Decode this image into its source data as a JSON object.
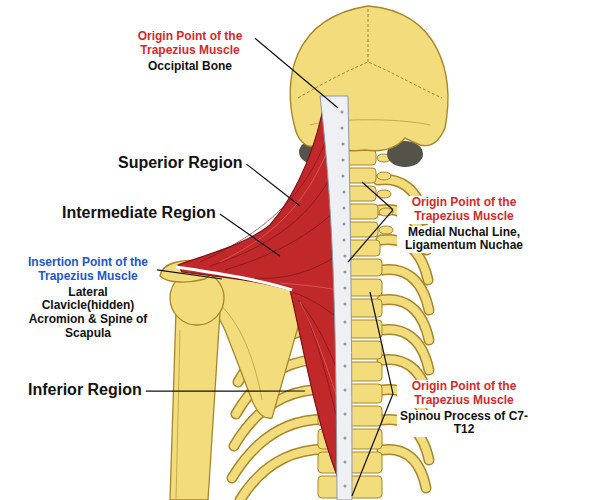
{
  "diagram": {
    "labels": [
      "Origin Point of the Trapezius Muscle",
      "Occipital Bone",
      "Superior Region",
      "Intermediate Region",
      "Insertion Point of the Trapezius Muscle",
      "Lateral Clavicle(hidden) Acromion & Spine of Scapula",
      "Inferior Region",
      "Origin Point of the Trapezius Muscle",
      "Medial Nuchal Line, Ligamentum Nuchae",
      "Origin Point of the Trapezius Muscle",
      "Spinou Process of C7-T12"
    ]
  }
}
